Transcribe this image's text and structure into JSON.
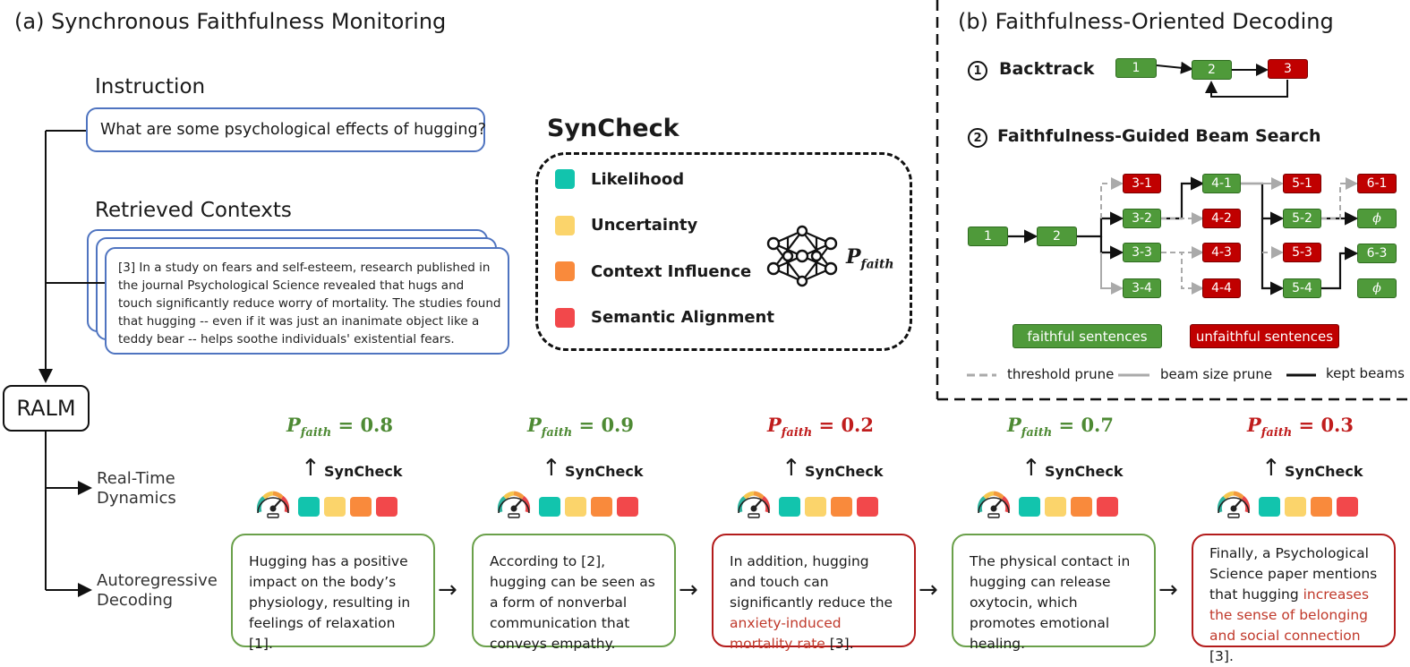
{
  "panel_a": {
    "title": "(a) Synchronous Faithfulness Monitoring",
    "instruction_label": "Instruction",
    "instruction_text": "What are some psychological effects of hugging?",
    "contexts_label": "Retrieved Contexts",
    "context_lines": [
      "[3] In a study on fears and self-esteem, research published in",
      "the journal Psychological Science revealed that hugs and",
      "touch significantly reduce worry of mortality. The studies found",
      "that hugging -- even if it was just an inanimate object like a",
      "teddy bear -- helps soothe individuals' existential fears."
    ],
    "ralm_label": "RALM",
    "dynamics_label_1": "Real-Time",
    "dynamics_label_2": "Dynamics",
    "decoding_label_1": "Autoregressive",
    "decoding_label_2": "Decoding"
  },
  "syncheck": {
    "title": "SynCheck",
    "features": [
      {
        "label": "Likelihood",
        "color": "#12c4ad"
      },
      {
        "label": "Uncertainty",
        "color": "#fbd46b"
      },
      {
        "label": "Context Influence",
        "color": "#f98a3c"
      },
      {
        "label": "Semantic Alignment",
        "color": "#f2484b"
      }
    ],
    "pfaith_base": "P",
    "pfaith_sub": "faith"
  },
  "steps": [
    {
      "pfaith_value": "0.8",
      "status": "faithful",
      "syncheck_label": "SynCheck",
      "pre": "Hugging has a positive impact on the body’s physiology, resulting in feelings of relaxation [1].",
      "highlight": "",
      "post": ""
    },
    {
      "pfaith_value": "0.9",
      "status": "faithful",
      "syncheck_label": "SynCheck",
      "pre": "According to [2], hugging can be seen as a form of nonverbal communication that conveys empathy.",
      "highlight": "",
      "post": ""
    },
    {
      "pfaith_value": "0.2",
      "status": "unfaithful",
      "syncheck_label": "SynCheck",
      "pre": "In addition, hugging and touch can significantly reduce the ",
      "highlight": "anxiety-induced mortality rate",
      "post": " [3]."
    },
    {
      "pfaith_value": "0.7",
      "status": "faithful",
      "syncheck_label": "SynCheck",
      "pre": "The physical contact in hugging can release oxytocin, which promotes emotional healing.",
      "highlight": "",
      "post": ""
    },
    {
      "pfaith_value": "0.3",
      "status": "unfaithful",
      "syncheck_label": "SynCheck",
      "pre": "Finally, a Psychological Science paper mentions that hugging ",
      "highlight": "increases the sense of belonging and social connection",
      "post": " [3]."
    }
  ],
  "panel_b": {
    "title": "(b) Faithfulness-Oriented Decoding",
    "backtrack_num": "1",
    "backtrack_label": "Backtrack",
    "beam_num": "2",
    "beam_label": "Faithfulness-Guided Beam Search",
    "backtrack_nodes": [
      "1",
      "2",
      "3"
    ],
    "beam_nodes": {
      "n1": "1",
      "n2": "2",
      "n31": "3-1",
      "n32": "3-2",
      "n33": "3-3",
      "n34": "3-4",
      "n41": "4-1",
      "n42": "4-2",
      "n43": "4-3",
      "n44": "4-4",
      "n51": "5-1",
      "n52": "5-2",
      "n53": "5-3",
      "n54": "5-4",
      "n61": "6-1",
      "n62": "ϕ",
      "n63": "6-3",
      "n64": "ϕ"
    },
    "legend_faithful": "faithful sentences",
    "legend_unfaithful": "unfaithful sentences",
    "legend_threshold": "threshold prune",
    "legend_beam": "beam size prune",
    "legend_kept": "kept beams"
  },
  "colors": {
    "faithful_green": "#4f9a3a",
    "unfaithful_red": "#c00000",
    "border_blue": "#4f74c0"
  }
}
